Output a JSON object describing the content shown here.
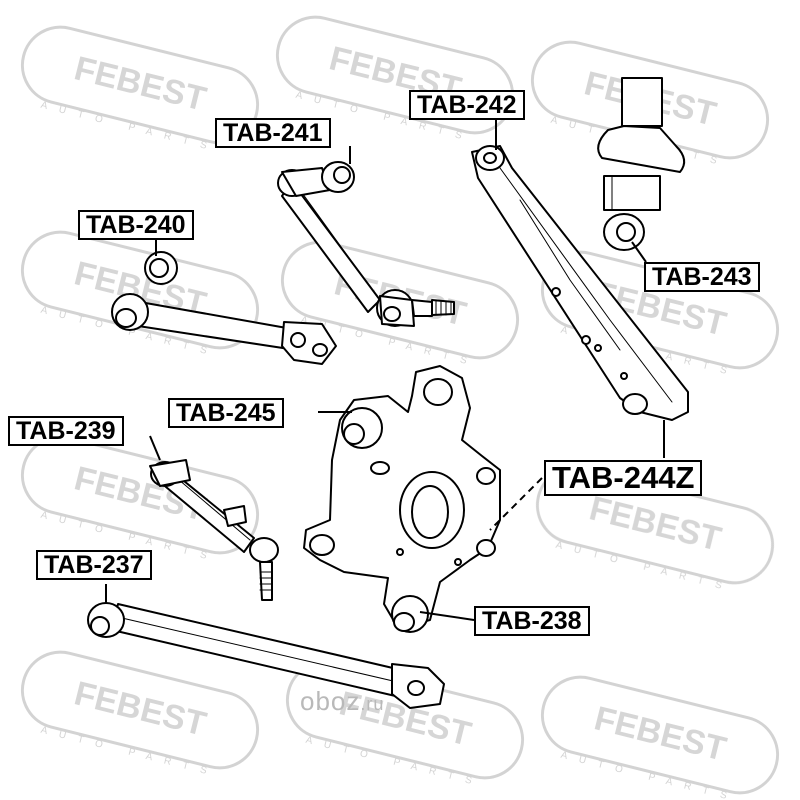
{
  "watermark": {
    "brand": "FEBEST",
    "tagline": "AUTO PARTS",
    "site_name": "oboz",
    "site_suffix": ".ru",
    "color": "#cfcfcf"
  },
  "callouts": {
    "tab237": "TAB-237",
    "tab238": "TAB-238",
    "tab239": "TAB-239",
    "tab240": "TAB-240",
    "tab241": "TAB-241",
    "tab242": "TAB-242",
    "tab243": "TAB-243",
    "tab244z": "TAB-244Z",
    "tab245": "TAB-245"
  },
  "colors": {
    "line": "#000000",
    "bushing_fill": "#ffffff"
  }
}
